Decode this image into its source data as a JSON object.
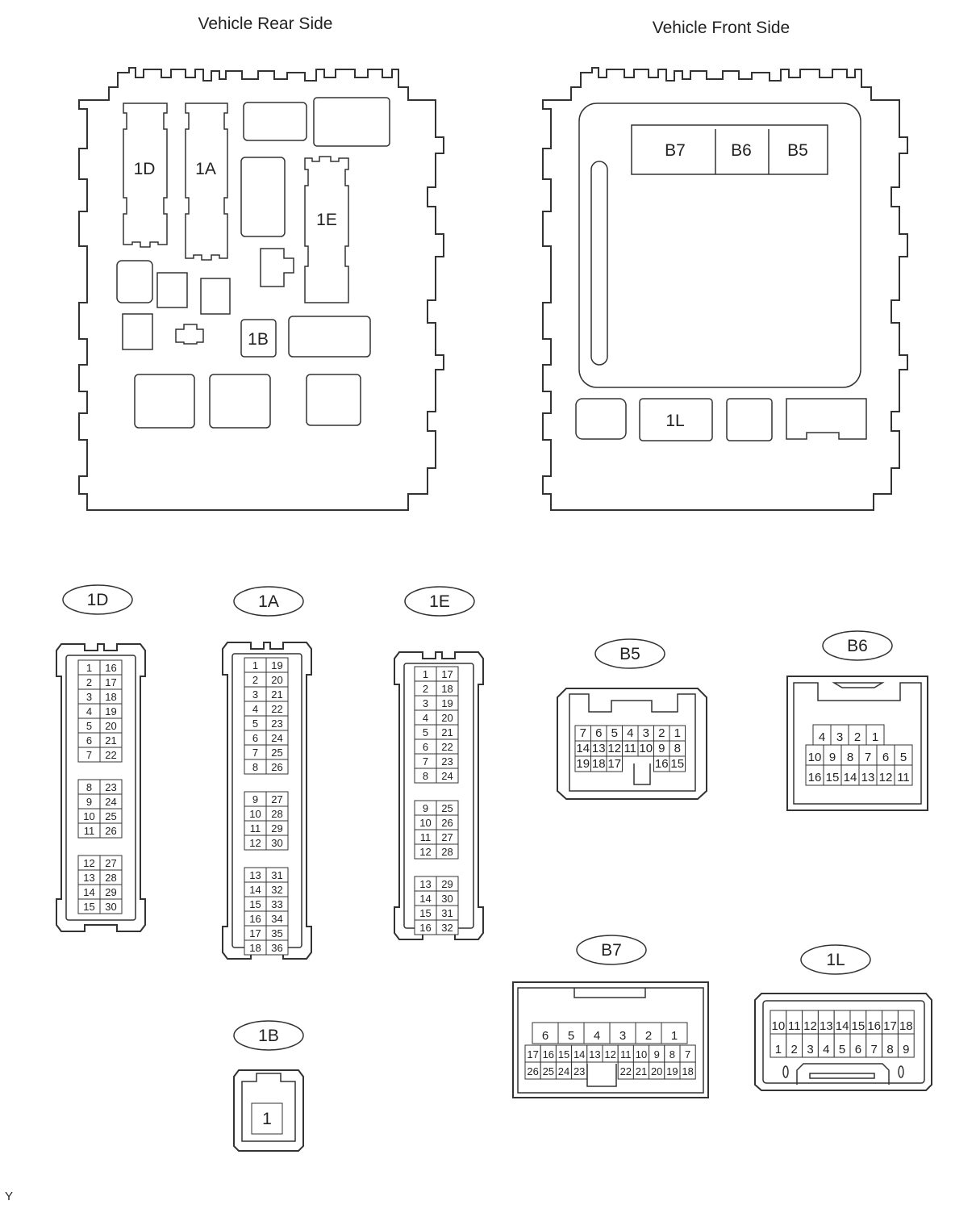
{
  "titles": {
    "rear": "Vehicle Rear Side",
    "front": "Vehicle Front Side"
  },
  "rear_labels": [
    "1D",
    "1A",
    "1E",
    "1B"
  ],
  "front_labels": [
    "B7",
    "B6",
    "B5",
    "1L"
  ],
  "connectors": {
    "1D": {
      "label": "1D",
      "pins": [
        [
          "1",
          "16"
        ],
        [
          "2",
          "17"
        ],
        [
          "3",
          "18"
        ],
        [
          "4",
          "19"
        ],
        [
          "5",
          "20"
        ],
        [
          "6",
          "21"
        ],
        [
          "7",
          "22"
        ],
        [
          "8",
          "23"
        ],
        [
          "9",
          "24"
        ],
        [
          "10",
          "25"
        ],
        [
          "11",
          "26"
        ],
        [
          "12",
          "27"
        ],
        [
          "13",
          "28"
        ],
        [
          "14",
          "29"
        ],
        [
          "15",
          "30"
        ]
      ]
    },
    "1A": {
      "label": "1A",
      "pins": [
        [
          "1",
          "19"
        ],
        [
          "2",
          "20"
        ],
        [
          "3",
          "21"
        ],
        [
          "4",
          "22"
        ],
        [
          "5",
          "23"
        ],
        [
          "6",
          "24"
        ],
        [
          "7",
          "25"
        ],
        [
          "8",
          "26"
        ],
        [
          "9",
          "27"
        ],
        [
          "10",
          "28"
        ],
        [
          "11",
          "29"
        ],
        [
          "12",
          "30"
        ],
        [
          "13",
          "31"
        ],
        [
          "14",
          "32"
        ],
        [
          "15",
          "33"
        ],
        [
          "16",
          "34"
        ],
        [
          "17",
          "35"
        ],
        [
          "18",
          "36"
        ]
      ]
    },
    "1E": {
      "label": "1E",
      "pins": [
        [
          "1",
          "17"
        ],
        [
          "2",
          "18"
        ],
        [
          "3",
          "19"
        ],
        [
          "4",
          "20"
        ],
        [
          "5",
          "21"
        ],
        [
          "6",
          "22"
        ],
        [
          "7",
          "23"
        ],
        [
          "8",
          "24"
        ],
        [
          "9",
          "25"
        ],
        [
          "10",
          "26"
        ],
        [
          "11",
          "27"
        ],
        [
          "12",
          "28"
        ],
        [
          "13",
          "29"
        ],
        [
          "14",
          "30"
        ],
        [
          "15",
          "31"
        ],
        [
          "16",
          "32"
        ]
      ]
    },
    "1B": {
      "label": "1B",
      "pins": [
        "1"
      ]
    },
    "B5": {
      "label": "B5",
      "rows": [
        [
          "7",
          "6",
          "5",
          "4",
          "3",
          "2",
          "1"
        ],
        [
          "14",
          "13",
          "12",
          "11",
          "10",
          "9",
          "8"
        ],
        [
          "19",
          "18",
          "17",
          "",
          "",
          "16",
          "15"
        ]
      ]
    },
    "B6": {
      "label": "B6",
      "rows": [
        [
          "4",
          "3",
          "2",
          "1"
        ],
        [
          "10",
          "9",
          "8",
          "7",
          "6",
          "5"
        ],
        [
          "16",
          "15",
          "14",
          "13",
          "12",
          "11"
        ]
      ]
    },
    "B7": {
      "label": "B7",
      "rows": [
        [
          "6",
          "5",
          "4",
          "3",
          "2",
          "1"
        ],
        [
          "17",
          "16",
          "15",
          "14",
          "13",
          "12",
          "11",
          "10",
          "9",
          "8",
          "7"
        ],
        [
          "26",
          "25",
          "24",
          "23",
          "",
          "",
          "22",
          "21",
          "20",
          "19",
          "18"
        ]
      ]
    },
    "1L": {
      "label": "1L",
      "rows": [
        [
          "10",
          "11",
          "12",
          "13",
          "14",
          "15",
          "16",
          "17",
          "18"
        ],
        [
          "1",
          "2",
          "3",
          "4",
          "5",
          "6",
          "7",
          "8",
          "9"
        ]
      ]
    }
  },
  "page_mark": "Y"
}
